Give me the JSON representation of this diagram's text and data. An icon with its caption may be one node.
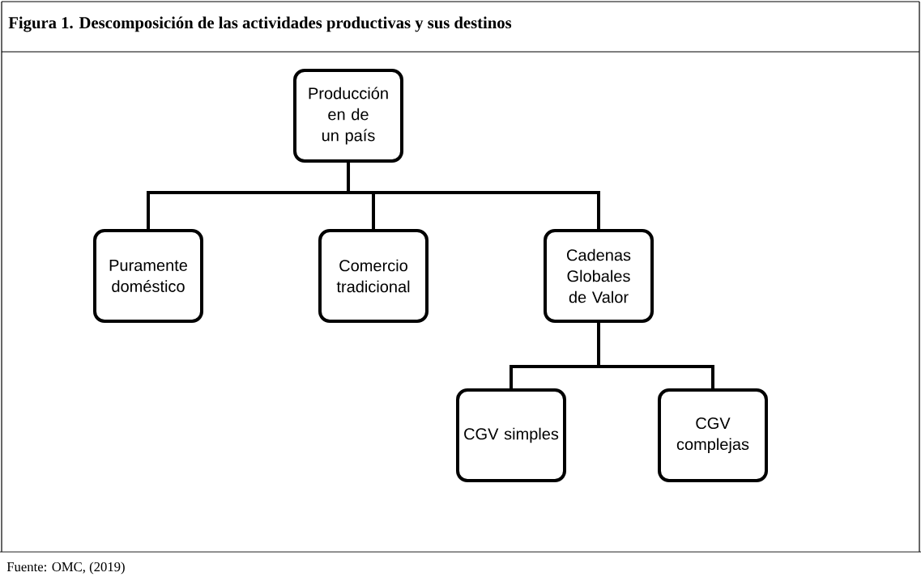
{
  "diagram": {
    "title": "Figura 1. Descomposición de las actividades productivas y sus destinos",
    "caption": "Fuente: OMC, (2019)",
    "nodes": [
      {
        "text": [
          "Producción en de un país"
        ]
      },
      {
        "text": [
          "Puramente doméstico"
        ]
      },
      {
        "text": [
          "Comercio tradicional"
        ]
      },
      {
        "text": [
          "Cadenas Globales de Valor"
        ]
      },
      {
        "text": [
          "CGV simples"
        ]
      },
      {
        "text": [
          "CGV complejas"
        ]
      }
    ],
    "edges": [
      {
        "from": 0,
        "to": 1,
        "arrow": "none"
      },
      {
        "from": 0,
        "to": 2,
        "arrow": "none"
      },
      {
        "from": 0,
        "to": 3,
        "arrow": "none"
      },
      {
        "from": 3,
        "to": 4,
        "arrow": "none"
      },
      {
        "from": 3,
        "to": 5,
        "arrow": "none"
      }
    ]
  }
}
